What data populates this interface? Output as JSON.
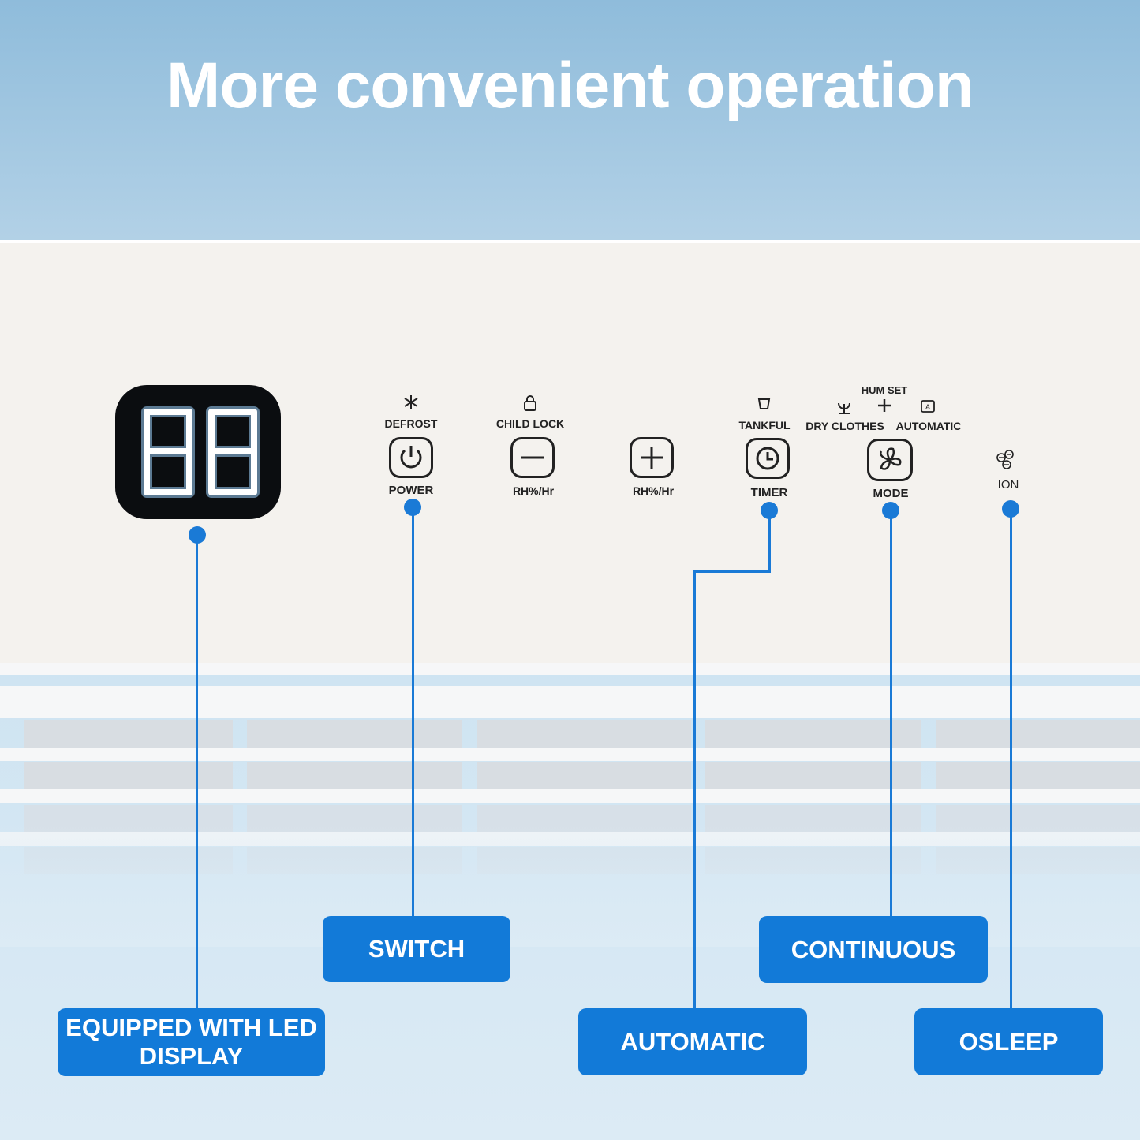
{
  "title": "More convenient operation",
  "display": {
    "digits": "88"
  },
  "controls": {
    "power": {
      "top_label": "DEFROST",
      "bottom_label": "POWER",
      "top_icon": "snowflake-icon",
      "button_icon": "power-icon"
    },
    "minus": {
      "top_label": "CHILD LOCK",
      "bottom_label": "RH%/Hr",
      "top_icon": "lock-icon",
      "button_icon": "minus-icon"
    },
    "plus": {
      "bottom_label": "RH%/Hr",
      "button_icon": "plus-icon"
    },
    "timer": {
      "top_label": "TANKFUL",
      "bottom_label": "TIMER",
      "top_icon": "tank-icon",
      "button_icon": "clock-icon"
    },
    "mode": {
      "top_label": "HUM SET",
      "left_label": "DRY CLOTHES",
      "right_label": "AUTOMATIC",
      "bottom_label": "MODE",
      "button_icon": "fan-icon"
    },
    "ion": {
      "label": "ION",
      "icon": "ion-icon"
    }
  },
  "callouts": {
    "led": "EQUIPPED WITH LED DISPLAY",
    "switch": "SWITCH",
    "automatic": "AUTOMATIC",
    "continuous": "CONTINUOUS",
    "osleep": "OSLEEP"
  },
  "colors": {
    "accent": "#127ad8",
    "title": "#ffffff",
    "led_glow": "#9fd4ff"
  }
}
